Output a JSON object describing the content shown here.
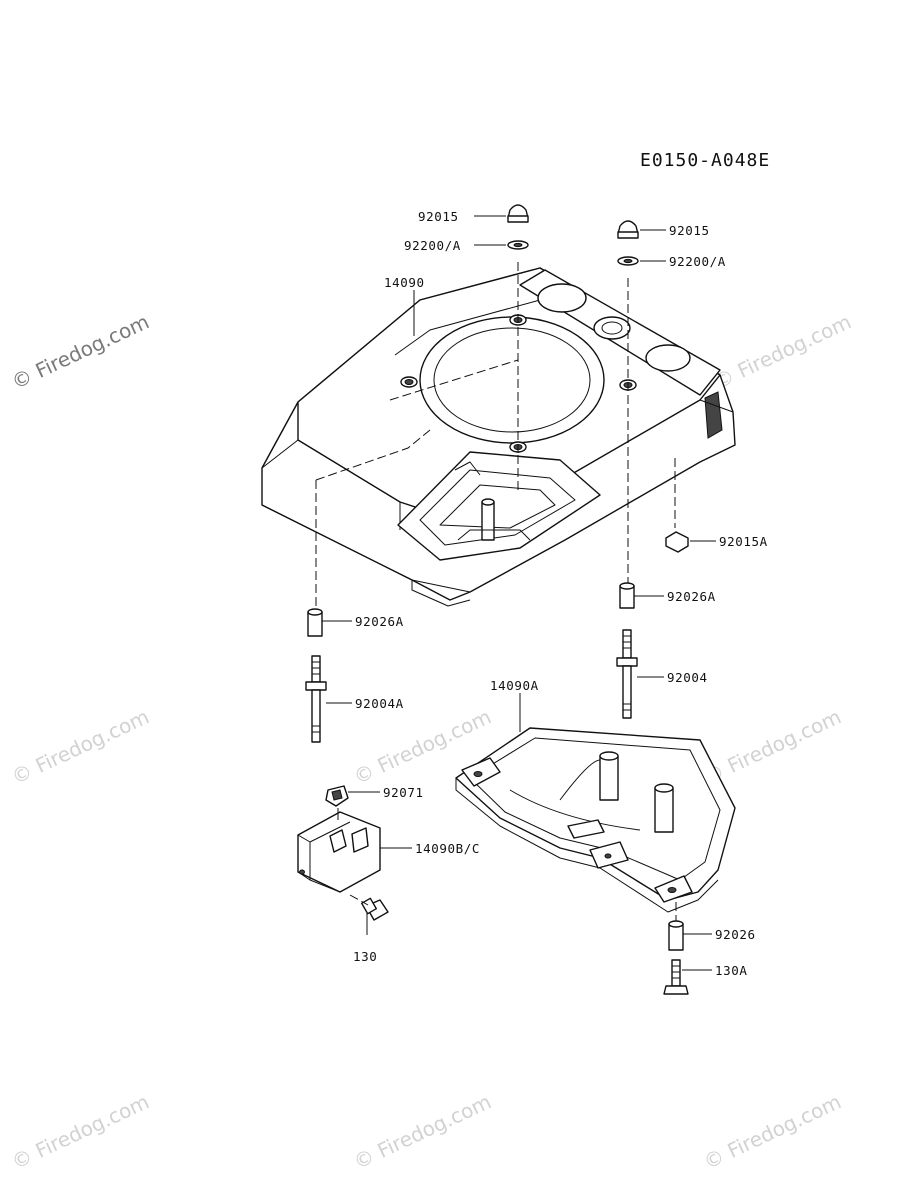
{
  "diagram_code": "E0150-A048E",
  "watermark": {
    "text": "© Firedog.com"
  },
  "parts": {
    "p92015_top": "92015",
    "p92200A_top": "92200/A",
    "p92015_right": "92015",
    "p92200A_right": "92200/A",
    "p14090": "14090",
    "p92015A": "92015A",
    "p92026A_left": "92026A",
    "p92026A_right": "92026A",
    "p92004A": "92004A",
    "p92004": "92004",
    "p14090A": "14090A",
    "p92071": "92071",
    "p14090BC": "14090B/C",
    "p130": "130",
    "p92026": "92026",
    "p130A": "130A"
  }
}
